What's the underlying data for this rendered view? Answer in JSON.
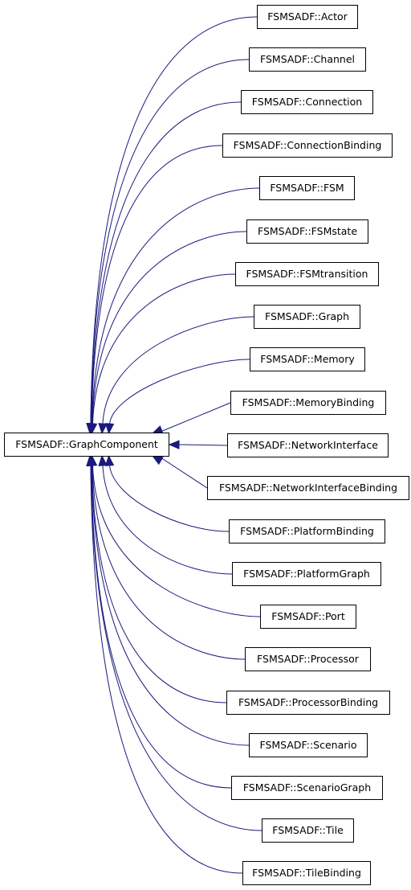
{
  "diagram": {
    "type": "inheritance-graph",
    "base": {
      "label": "FSMSADF::GraphComponent"
    },
    "derived": [
      {
        "label": "FSMSADF::Actor"
      },
      {
        "label": "FSMSADF::Channel"
      },
      {
        "label": "FSMSADF::Connection"
      },
      {
        "label": "FSMSADF::ConnectionBinding"
      },
      {
        "label": "FSMSADF::FSM"
      },
      {
        "label": "FSMSADF::FSMstate"
      },
      {
        "label": "FSMSADF::FSMtransition"
      },
      {
        "label": "FSMSADF::Graph"
      },
      {
        "label": "FSMSADF::Memory"
      },
      {
        "label": "FSMSADF::MemoryBinding"
      },
      {
        "label": "FSMSADF::NetworkInterface"
      },
      {
        "label": "FSMSADF::NetworkInterfaceBinding"
      },
      {
        "label": "FSMSADF::PlatformBinding"
      },
      {
        "label": "FSMSADF::PlatformGraph"
      },
      {
        "label": "FSMSADF::Port"
      },
      {
        "label": "FSMSADF::Processor"
      },
      {
        "label": "FSMSADF::ProcessorBinding"
      },
      {
        "label": "FSMSADF::Scenario"
      },
      {
        "label": "FSMSADF::ScenarioGraph"
      },
      {
        "label": "FSMSADF::Tile"
      },
      {
        "label": "FSMSADF::TileBinding"
      }
    ],
    "colors": {
      "edge": "#1a1a7f",
      "node_border": "#000000",
      "node_fill": "#ffffff"
    }
  }
}
